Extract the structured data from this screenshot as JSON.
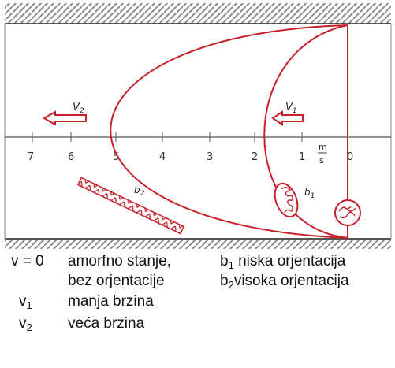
{
  "diagram": {
    "axis_ticks": [
      "7",
      "6",
      "5",
      "4",
      "3",
      "2",
      "1",
      "0"
    ],
    "axis_unit_numerator": "m",
    "axis_unit_denominator": "s",
    "velocity_labels": {
      "v1": "V",
      "v1_sub": "1",
      "v2": "V",
      "v2_sub": "2"
    },
    "profile_labels": {
      "b1": "b",
      "b1_sub": "1",
      "b2": "b",
      "b2_sub": "2"
    },
    "colors": {
      "profile": "#c8202a",
      "wall": "#808080",
      "axis": "#555555",
      "arrow": "#c8202a"
    }
  },
  "legend": {
    "v0_symbol": "v = 0",
    "v0_text": "amorfno stanje,",
    "v0_text2": "bez orjentacije",
    "v1_symbol": "v",
    "v1_sub": "1",
    "v1_text": "manja brzina",
    "v2_symbol": "v",
    "v2_sub": "2",
    "v2_text": "veća brzina",
    "b1_symbol": "b",
    "b1_sub": "1",
    "b1_text": " niska orjentacija",
    "b2_symbol": "b",
    "b2_sub": "2",
    "b2_text": "visoka orjentacija"
  }
}
